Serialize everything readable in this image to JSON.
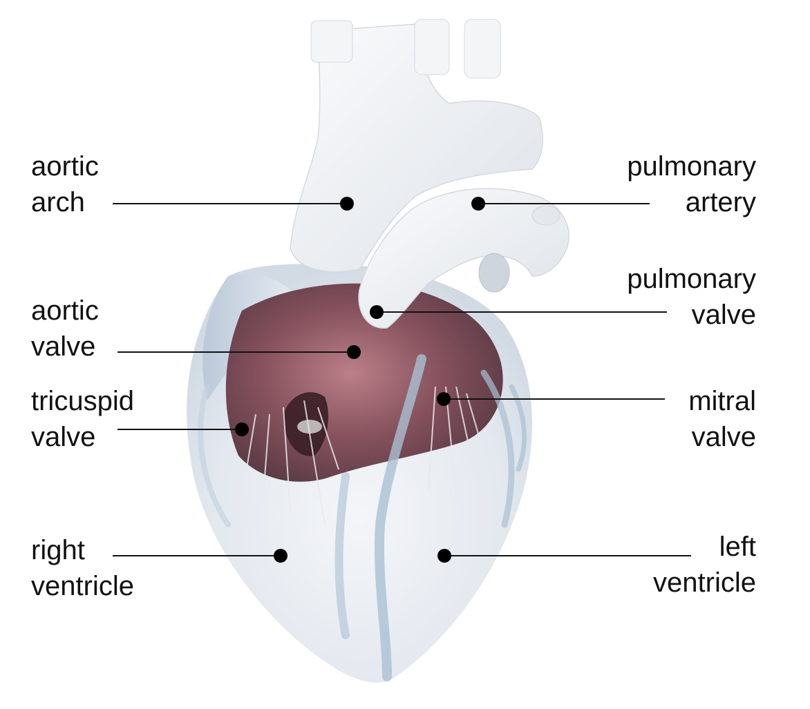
{
  "colors": {
    "text": "#111111",
    "leader_line": "#111111",
    "marker": "#000000",
    "vessel": "#eef0f3",
    "chamber_inner": "#7a3e4a",
    "coronary": "#a9c0d3"
  },
  "labels": {
    "aortic_arch": [
      "aortic",
      "arch"
    ],
    "pulmonary_artery": [
      "pulmonary",
      "artery"
    ],
    "pulmonary_valve": [
      "pulmonary",
      "valve"
    ],
    "aortic_valve": [
      "aortic",
      "valve"
    ],
    "tricuspid_valve": [
      "tricuspid",
      "valve"
    ],
    "mitral_valve": [
      "mitral",
      "valve"
    ],
    "right_ventricle": [
      "right",
      "ventricle"
    ],
    "left_ventricle": [
      "left",
      "ventricle"
    ]
  }
}
